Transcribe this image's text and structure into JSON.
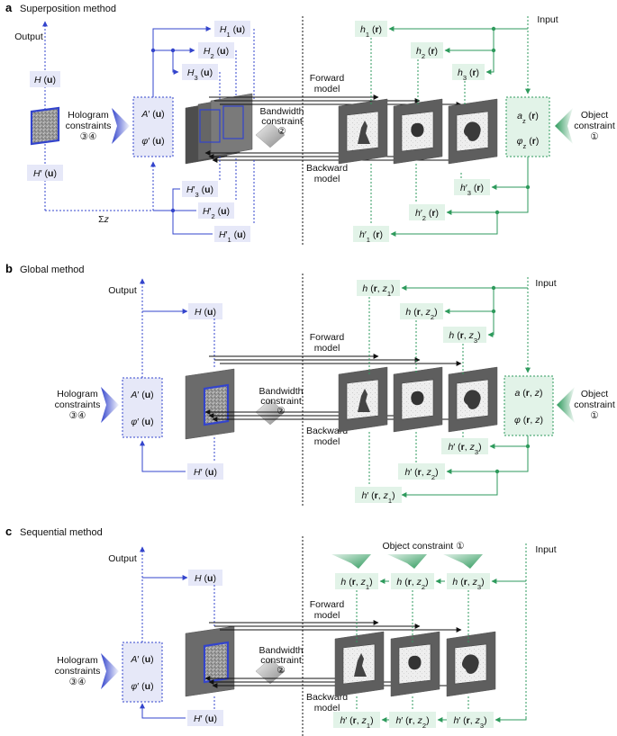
{
  "panels": [
    {
      "letter": "a",
      "title": "Superposition method",
      "output": "Output",
      "input": "Input",
      "hologram_constraints": [
        "Hologram",
        "constraints",
        "③④"
      ],
      "object_constraint": [
        "Object",
        "constraint",
        "①"
      ],
      "bandwidth_constraint": [
        "Bandwidth",
        "constraint",
        "②"
      ],
      "forward_model": [
        "Forward",
        "model"
      ],
      "backward_model": [
        "Backward",
        "model"
      ],
      "sum_label": "Σz",
      "hologram_plane": [
        "H (u)",
        "H′ (u)"
      ],
      "amp_phase": [
        "A′ (u)",
        "φ′ (u)"
      ],
      "back_props": [
        "H1 (u)",
        "H2 (u)",
        "H3 (u)"
      ],
      "back_props_updated": [
        "H′3 (u)",
        "H′2 (u)",
        "H′1 (u)"
      ],
      "objects": [
        "h1 (r)",
        "h2 (r)",
        "h3 (r)"
      ],
      "objects_updated": [
        "h′3 (r)",
        "h′2 (r)",
        "h′1 (r)"
      ],
      "object_params": [
        "az (r)",
        "φz (r)"
      ]
    },
    {
      "letter": "b",
      "title": "Global method",
      "output": "Output",
      "input": "Input",
      "hologram_constraints": [
        "Hologram",
        "constraints",
        "③④"
      ],
      "object_constraint": [
        "Object",
        "constraint",
        "①"
      ],
      "bandwidth_constraint": [
        "Bandwidth",
        "constraint",
        "②"
      ],
      "forward_model": [
        "Forward",
        "model"
      ],
      "backward_model": [
        "Backward",
        "model"
      ],
      "hologram_plane": [
        "H (u)",
        "H′ (u)"
      ],
      "amp_phase": [
        "A′ (u)",
        "φ′ (u)"
      ],
      "objects": [
        "h (r, z1)",
        "h (r, z2)",
        "h (r, z3)"
      ],
      "objects_updated": [
        "h′ (r, z3)",
        "h′ (r, z2)",
        "h′ (r, z1)"
      ],
      "object_params": [
        "a (r, z)",
        "φ (r, z)"
      ]
    },
    {
      "letter": "c",
      "title": "Sequential method",
      "output": "Output",
      "input": "Input",
      "hologram_constraints": [
        "Hologram",
        "constraints",
        "③④"
      ],
      "object_constraint": "Object constraint ①",
      "bandwidth_constraint": [
        "Bandwidth",
        "constraint",
        "②"
      ],
      "forward_model": [
        "Forward",
        "model"
      ],
      "backward_model": [
        "Backward",
        "model"
      ],
      "hologram_plane": [
        "H (u)",
        "H′ (u)"
      ],
      "amp_phase": [
        "A′ (u)",
        "φ′ (u)"
      ],
      "objects": [
        "h (r, z1)",
        "h (r, z2)",
        "h (r, z3)"
      ],
      "objects_updated": [
        "h′ (r, z1)",
        "h′ (r, z2)",
        "h′ (r, z3)"
      ]
    }
  ],
  "colors": {
    "blue": "#3344cc",
    "blue_box": "#e6e8f8",
    "green": "#2e9a5c",
    "green_box": "#e2f3e8",
    "plane_gray": "#6b6b6b",
    "arrow": "#111111"
  }
}
